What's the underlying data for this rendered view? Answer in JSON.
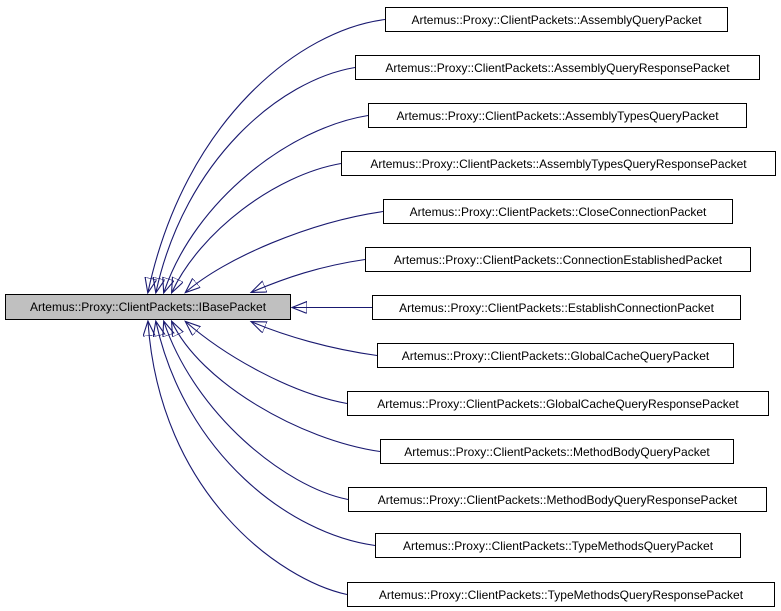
{
  "diagram": {
    "type": "inheritance-graph",
    "base": {
      "label": "Artemus::Proxy::ClientPackets::IBasePacket"
    },
    "derived": [
      {
        "label": "Artemus::Proxy::ClientPackets::AssemblyQueryPacket"
      },
      {
        "label": "Artemus::Proxy::ClientPackets::AssemblyQueryResponsePacket"
      },
      {
        "label": "Artemus::Proxy::ClientPackets::AssemblyTypesQueryPacket"
      },
      {
        "label": "Artemus::Proxy::ClientPackets::AssemblyTypesQueryResponsePacket"
      },
      {
        "label": "Artemus::Proxy::ClientPackets::CloseConnectionPacket"
      },
      {
        "label": "Artemus::Proxy::ClientPackets::ConnectionEstablishedPacket"
      },
      {
        "label": "Artemus::Proxy::ClientPackets::EstablishConnectionPacket"
      },
      {
        "label": "Artemus::Proxy::ClientPackets::GlobalCacheQueryPacket"
      },
      {
        "label": "Artemus::Proxy::ClientPackets::GlobalCacheQueryResponsePacket"
      },
      {
        "label": "Artemus::Proxy::ClientPackets::MethodBodyQueryPacket"
      },
      {
        "label": "Artemus::Proxy::ClientPackets::MethodBodyQueryResponsePacket"
      },
      {
        "label": "Artemus::Proxy::ClientPackets::TypeMethodsQueryPacket"
      },
      {
        "label": "Artemus::Proxy::ClientPackets::TypeMethodsQueryResponsePacket"
      }
    ],
    "colors": {
      "edge": "#191970",
      "base_node_fill": "#c0c0c0",
      "derived_node_fill": "#ffffff",
      "node_border": "#000000",
      "text": "#000000"
    }
  }
}
